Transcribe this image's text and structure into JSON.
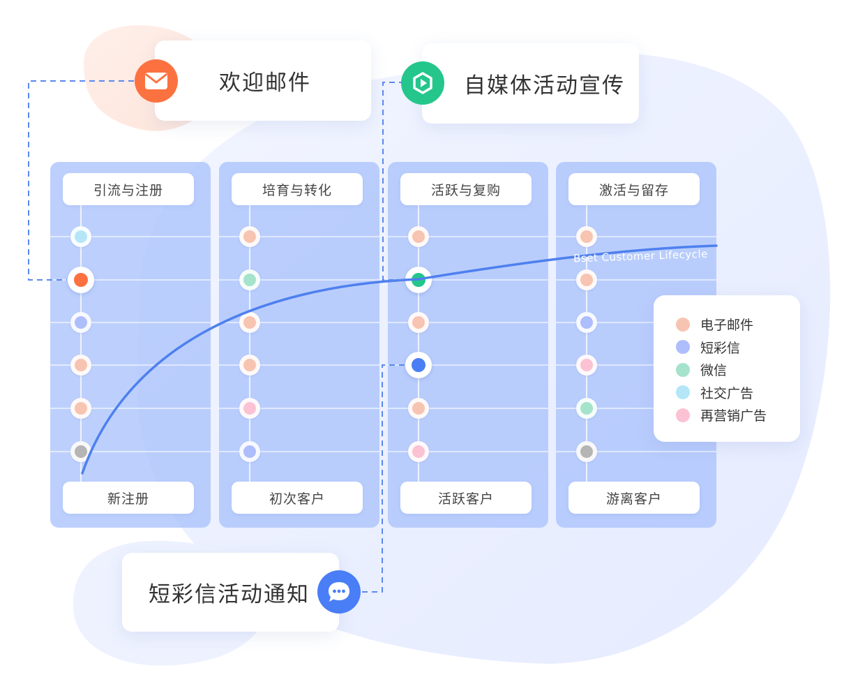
{
  "colors": {
    "email": "#f7c4b1",
    "sms": "#aebdfb",
    "wechat": "#a5e3cc",
    "social_ad": "#b5e6f8",
    "retarget_ad": "#fbc2d4",
    "inactive": "#b5b5b5",
    "highlight_orange": "#fb7240",
    "highlight_green": "#24c68b",
    "highlight_blue": "#4a7ef7",
    "curve": "#4e80ee",
    "connector": "#5a88ef"
  },
  "callouts": {
    "welcome_email": {
      "label": "欢迎邮件",
      "icon": "envelope-icon"
    },
    "media_promo": {
      "label": "自媒体活动宣传",
      "icon": "play-icon"
    },
    "sms_notice": {
      "label": "短彩信活动通知",
      "icon": "chat-bubble-icon"
    }
  },
  "columns": [
    {
      "stage": "引流与注册",
      "customer": "新注册",
      "nodes": [
        "social_ad",
        "highlight_orange",
        "sms",
        "email",
        "email",
        "inactive"
      ]
    },
    {
      "stage": "培育与转化",
      "customer": "初次客户",
      "nodes": [
        "email",
        "wechat",
        "email",
        "email",
        "retarget_ad",
        "sms"
      ]
    },
    {
      "stage": "活跃与复购",
      "customer": "活跃客户",
      "nodes": [
        "email",
        "highlight_green",
        "email",
        "highlight_blue",
        "email",
        "retarget_ad"
      ]
    },
    {
      "stage": "激活与留存",
      "customer": "游离客户",
      "nodes": [
        "email",
        "email",
        "sms",
        "retarget_ad",
        "wechat",
        "inactive"
      ]
    }
  ],
  "curve_label": "Bset Customer Lifecycle",
  "legend": [
    {
      "label": "电子邮件",
      "color_key": "email"
    },
    {
      "label": "短彩信",
      "color_key": "sms"
    },
    {
      "label": "微信",
      "color_key": "wechat"
    },
    {
      "label": "社交广告",
      "color_key": "social_ad"
    },
    {
      "label": "再营销广告",
      "color_key": "retarget_ad"
    }
  ]
}
